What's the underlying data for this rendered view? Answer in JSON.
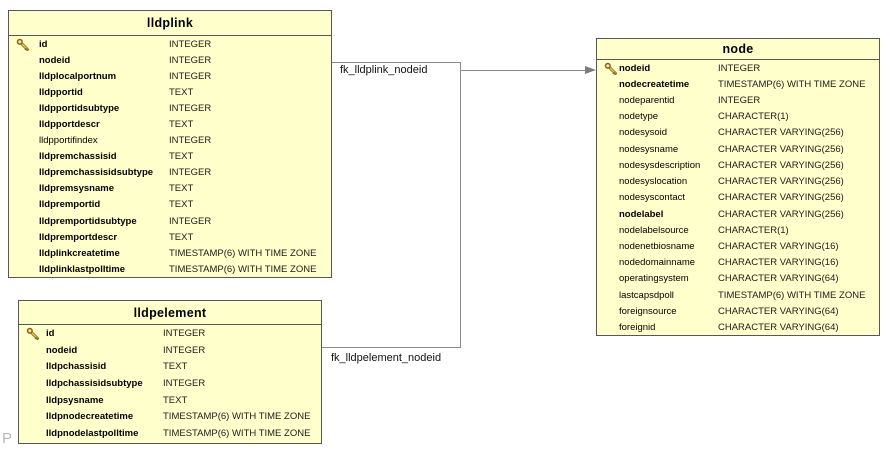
{
  "diagram": {
    "watermark": "P",
    "colors": {
      "table_fill": "#ffffcc",
      "table_border": "#575757",
      "line_color": "#8a8a8a",
      "key_gold": "#e0ac3c",
      "key_outline": "#8a6414"
    },
    "relations": [
      {
        "label": "fk_lldplink_nodeid"
      },
      {
        "label": "fk_lldpelement_nodeid"
      }
    ],
    "tables": [
      {
        "title": "lldplink",
        "columns": [
          {
            "name": "id",
            "type": "INTEGER",
            "key": true,
            "bold": true
          },
          {
            "name": "nodeid",
            "type": "INTEGER",
            "key": false,
            "bold": true
          },
          {
            "name": "lldplocalportnum",
            "type": "INTEGER",
            "key": false,
            "bold": true
          },
          {
            "name": "lldpportid",
            "type": "TEXT",
            "key": false,
            "bold": true
          },
          {
            "name": "lldpportidsubtype",
            "type": "INTEGER",
            "key": false,
            "bold": true
          },
          {
            "name": "lldpportdescr",
            "type": "TEXT",
            "key": false,
            "bold": true
          },
          {
            "name": "lldpportifindex",
            "type": "INTEGER",
            "key": false,
            "bold": false
          },
          {
            "name": "lldpremchassisid",
            "type": "TEXT",
            "key": false,
            "bold": true
          },
          {
            "name": "lldpremchassisidsubtype",
            "type": "INTEGER",
            "key": false,
            "bold": true
          },
          {
            "name": "lldpremsysname",
            "type": "TEXT",
            "key": false,
            "bold": true
          },
          {
            "name": "lldpremportid",
            "type": "TEXT",
            "key": false,
            "bold": true
          },
          {
            "name": "lldpremportidsubtype",
            "type": "INTEGER",
            "key": false,
            "bold": true
          },
          {
            "name": "lldpremportdescr",
            "type": "TEXT",
            "key": false,
            "bold": true
          },
          {
            "name": "lldplinkcreatetime",
            "type": "TIMESTAMP(6) WITH TIME ZONE",
            "key": false,
            "bold": true
          },
          {
            "name": "lldplinklastpolltime",
            "type": "TIMESTAMP(6) WITH TIME ZONE",
            "key": false,
            "bold": true
          }
        ]
      },
      {
        "title": "lldpelement",
        "columns": [
          {
            "name": "id",
            "type": "INTEGER",
            "key": true,
            "bold": true
          },
          {
            "name": "nodeid",
            "type": "INTEGER",
            "key": false,
            "bold": true
          },
          {
            "name": "lldpchassisid",
            "type": "TEXT",
            "key": false,
            "bold": true
          },
          {
            "name": "lldpchassisidsubtype",
            "type": "INTEGER",
            "key": false,
            "bold": true
          },
          {
            "name": "lldpsysname",
            "type": "TEXT",
            "key": false,
            "bold": true
          },
          {
            "name": "lldpnodecreatetime",
            "type": "TIMESTAMP(6) WITH TIME ZONE",
            "key": false,
            "bold": true
          },
          {
            "name": "lldpnodelastpolltime",
            "type": "TIMESTAMP(6) WITH TIME ZONE",
            "key": false,
            "bold": true
          }
        ]
      },
      {
        "title": "node",
        "columns": [
          {
            "name": "nodeid",
            "type": "INTEGER",
            "key": true,
            "bold": true
          },
          {
            "name": "nodecreatetime",
            "type": "TIMESTAMP(6) WITH TIME ZONE",
            "key": false,
            "bold": true
          },
          {
            "name": "nodeparentid",
            "type": "INTEGER",
            "key": false,
            "bold": false
          },
          {
            "name": "nodetype",
            "type": "CHARACTER(1)",
            "key": false,
            "bold": false
          },
          {
            "name": "nodesysoid",
            "type": "CHARACTER VARYING(256)",
            "key": false,
            "bold": false
          },
          {
            "name": "nodesysname",
            "type": "CHARACTER VARYING(256)",
            "key": false,
            "bold": false
          },
          {
            "name": "nodesysdescription",
            "type": "CHARACTER VARYING(256)",
            "key": false,
            "bold": false
          },
          {
            "name": "nodesyslocation",
            "type": "CHARACTER VARYING(256)",
            "key": false,
            "bold": false
          },
          {
            "name": "nodesyscontact",
            "type": "CHARACTER VARYING(256)",
            "key": false,
            "bold": false
          },
          {
            "name": "nodelabel",
            "type": "CHARACTER VARYING(256)",
            "key": false,
            "bold": true
          },
          {
            "name": "nodelabelsource",
            "type": "CHARACTER(1)",
            "key": false,
            "bold": false
          },
          {
            "name": "nodenetbiosname",
            "type": "CHARACTER VARYING(16)",
            "key": false,
            "bold": false
          },
          {
            "name": "nodedomainname",
            "type": "CHARACTER VARYING(16)",
            "key": false,
            "bold": false
          },
          {
            "name": "operatingsystem",
            "type": "CHARACTER VARYING(64)",
            "key": false,
            "bold": false
          },
          {
            "name": "lastcapsdpoll",
            "type": "TIMESTAMP(6) WITH TIME ZONE",
            "key": false,
            "bold": false
          },
          {
            "name": "foreignsource",
            "type": "CHARACTER VARYING(64)",
            "key": false,
            "bold": false
          },
          {
            "name": "foreignid",
            "type": "CHARACTER VARYING(64)",
            "key": false,
            "bold": false
          }
        ]
      }
    ]
  }
}
